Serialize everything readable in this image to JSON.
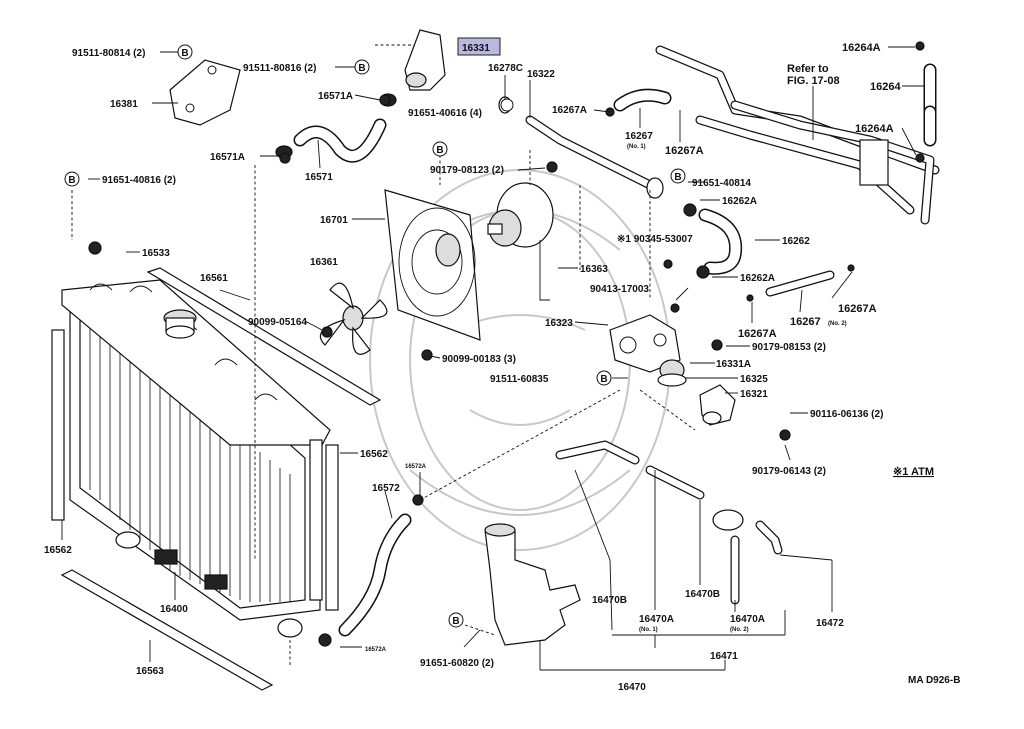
{
  "diagram": {
    "highlighted_part": "16331",
    "highlight_color": "#b8b8e0",
    "figure_code": "MA D926-B",
    "atm_note": "※1 ATM",
    "refer_note": {
      "line1": "Refer to",
      "line2": "FIG. 17-08"
    },
    "callout_symbol": "B",
    "labels": {
      "p91511_80814": "91511-80814 (2)",
      "p91511_80816": "91511-80816 (2)",
      "p16381": "16381",
      "p16571A_top": "16571A",
      "p91651_40616": "91651-40616 (4)",
      "p16571A_left": "16571A",
      "p16571": "16571",
      "p16278C": "16278C",
      "p16322": "16322",
      "p16267A_top": "16267A",
      "p16267": "16267",
      "p16267_no1": "(No. 1)",
      "p16267A_mid": "16267A",
      "p16264A_top": "16264A",
      "p16264": "16264",
      "p16264A_right": "16264A",
      "p91651_40816": "91651-40816 (2)",
      "p16533": "16533",
      "p16701": "16701",
      "p90179_08123": "90179-08123 (2)",
      "p91651_40814": "91651-40814",
      "p16262A_top": "16262A",
      "p16262": "16262",
      "p90345_53007": "※1 90345-53007",
      "p16363": "16363",
      "p16262A_mid": "16262A",
      "p16561": "16561",
      "p16361": "16361",
      "p90413_17003": "90413-17003",
      "p16267A_right": "16267A",
      "p16323": "16323",
      "p16267A_low": "16267A",
      "p16267_no2": "16267",
      "p16267_no2_tag": "(No. 2)",
      "p90099_05164": "90099-05164",
      "p90099_00183": "90099-00183 (3)",
      "p90179_08153": "90179-08153 (2)",
      "p16331A": "16331A",
      "p91511_60835": "91511-60835",
      "p16325": "16325",
      "p16321": "16321",
      "p90116_06136": "90116-06136 (2)",
      "p16562_right": "16562",
      "p16572A_top": "16572A",
      "p16572": "16572",
      "p90179_06143": "90179-06143 (2)",
      "p16562_left": "16562",
      "p16400": "16400",
      "p16470B_left": "16470B",
      "p16470A_no1": "16470A",
      "p16470A_no1_tag": "(No. 1)",
      "p16470B_right": "16470B",
      "p16470A_no2": "16470A",
      "p16470A_no2_tag": "(No. 2)",
      "p16472": "16472",
      "p16572A_low": "16572A",
      "p91651_60820": "91651-60820 (2)",
      "p16471": "16471",
      "p16563": "16563",
      "p16470": "16470"
    }
  }
}
